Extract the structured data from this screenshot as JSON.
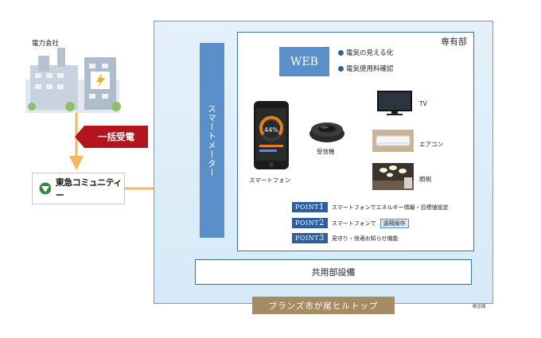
{
  "power_company": {
    "label": "電力会社"
  },
  "bulk_receive": {
    "label": "一括受電"
  },
  "community": {
    "name": "東急コミュニティー"
  },
  "private_area": {
    "label": "専有部"
  },
  "smart_meter": {
    "label": "スマートメーター"
  },
  "web": {
    "label": "WEB",
    "bullets": [
      "電気の見える化",
      "電気使用料確認"
    ]
  },
  "smartphone": {
    "label": "スマートフォン",
    "screen_value": "44%"
  },
  "receiver": {
    "label": "受信機"
  },
  "devices": [
    {
      "label": "TV"
    },
    {
      "label": "エアコン"
    },
    {
      "label": "照明"
    }
  ],
  "points": [
    {
      "badge": "POINT",
      "num": "1",
      "text": "スマートフォンでエネルギー情報・目標値設定"
    },
    {
      "badge": "POINT",
      "num": "2",
      "text": "スマートフォンで",
      "highlight": "遠隔操作"
    },
    {
      "badge": "POINT",
      "num": "3",
      "text": "見守り・快適お知らせ機能"
    }
  ],
  "shared_facilities": {
    "label": "共用部設備"
  },
  "building_name": {
    "label": "ブランズ市が尾ヒルトップ"
  },
  "note": {
    "label": "概念図"
  },
  "colors": {
    "arrow": "#f4b55e",
    "meter": "#5b8fc9",
    "bulk": "#b3151c",
    "brand": "#a58c63"
  }
}
